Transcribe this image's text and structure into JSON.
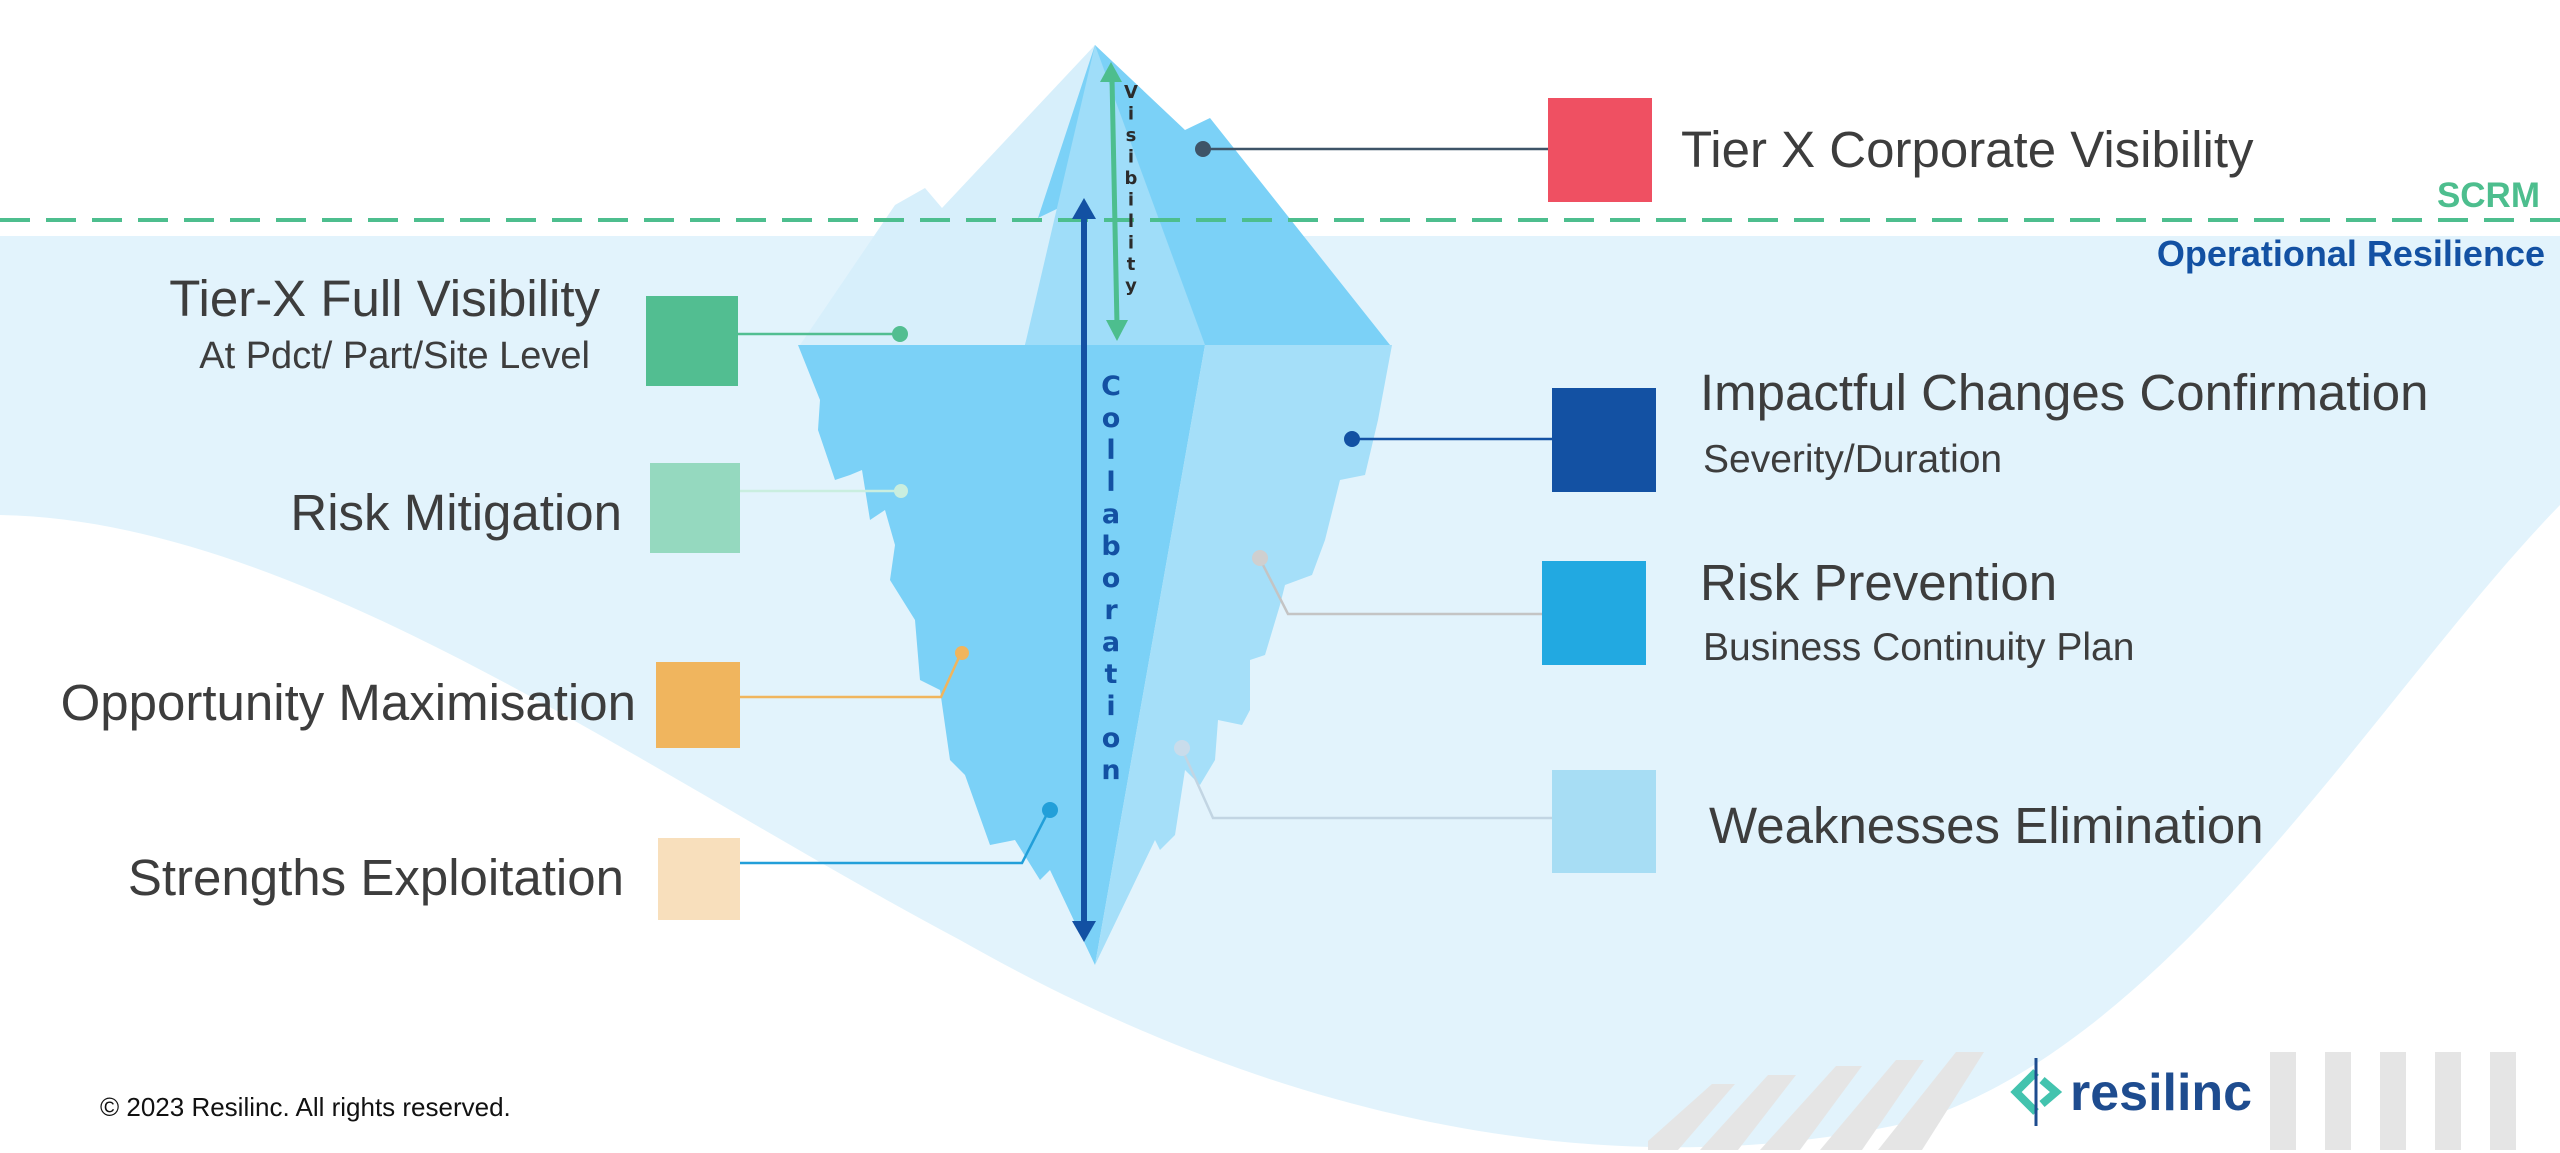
{
  "zones": {
    "above": "SCRM",
    "below": "Operational Resilience"
  },
  "arrows": {
    "visibility": "Visibility",
    "collaboration": "Collaboration"
  },
  "left_items": [
    {
      "title": "Tier-X Full Visibility",
      "subtitle": "At Pdct/ Part/Site Level",
      "color": "#52BE91"
    },
    {
      "title": "Risk Mitigation",
      "subtitle": "",
      "color": "#95D9BF"
    },
    {
      "title": "Opportunity Maximisation",
      "subtitle": "",
      "color": "#F0B55E"
    },
    {
      "title": "Strengths Exploitation",
      "subtitle": "",
      "color": "#F8DFBC"
    }
  ],
  "right_items": [
    {
      "title": "Tier X Corporate Visibility",
      "subtitle": "",
      "color": "#EF5062"
    },
    {
      "title": "Impactful Changes Confirmation",
      "subtitle": "Severity/Duration",
      "color": "#1351A3"
    },
    {
      "title": "Risk Prevention",
      "subtitle": "Business Continuity Plan",
      "color": "#22A9E1"
    },
    {
      "title": "Weaknesses Elimination",
      "subtitle": "",
      "color": "#A7DDF4"
    }
  ],
  "footer": {
    "copyright": "© 2023 Resilinc. All rights reserved.",
    "logo_text": "resilinc"
  },
  "colors": {
    "water": "#E2F3FC",
    "iceberg_light": "#D7EFFB",
    "iceberg_mid": "#7BD1F7",
    "iceberg_pale": "#A5DFF9",
    "scrm_green": "#4DBE8E",
    "resilience_blue": "#1351A3",
    "brand_navy": "#1E4C8F",
    "brand_teal": "#43C3AE"
  }
}
